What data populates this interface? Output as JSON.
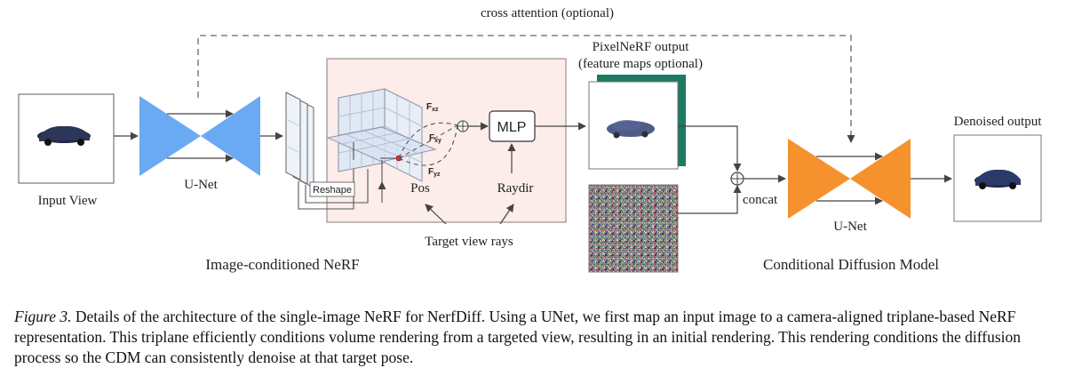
{
  "labels": {
    "cross_attention": "cross attention (optional)",
    "pixelnerf_output_line1": "PixelNeRF output",
    "pixelnerf_output_line2": "(feature maps optional)",
    "denoised_output": "Denoised output",
    "input_view": "Input View",
    "unet_left": "U-Net",
    "unet_right": "U-Net",
    "reshape": "Reshape",
    "pos": "Pos",
    "raydir": "Raydir",
    "mlp": "MLP",
    "fxz": "F",
    "fxz_sub": "xz",
    "fxy": "F",
    "fxy_sub": "xy",
    "fyz": "F",
    "fyz_sub": "yz",
    "concat": "concat",
    "target_view_rays": "Target view rays",
    "image_conditioned_nerf": "Image-conditioned NeRF",
    "conditional_diffusion_model": "Conditional Diffusion Model"
  },
  "caption": {
    "figure_label": "Figure 3.",
    "text": "Details of the architecture of the single-image NeRF for NerfDiff. Using a UNet, we first map an input image to a camera-aligned triplane-based NeRF representation. This triplane efficiently conditions volume rendering from a targeted view, resulting in an initial rendering. This rendering conditions the diffusion process so the CDM can consistently denoise at that target pose."
  },
  "colors": {
    "unet_left": "#6aaaf2",
    "unet_right": "#f5922e",
    "nerf_box_fill": "#fcecea",
    "nerf_box_stroke": "#9a8f8f",
    "pixelnerf_edge": "#1c7a62"
  }
}
